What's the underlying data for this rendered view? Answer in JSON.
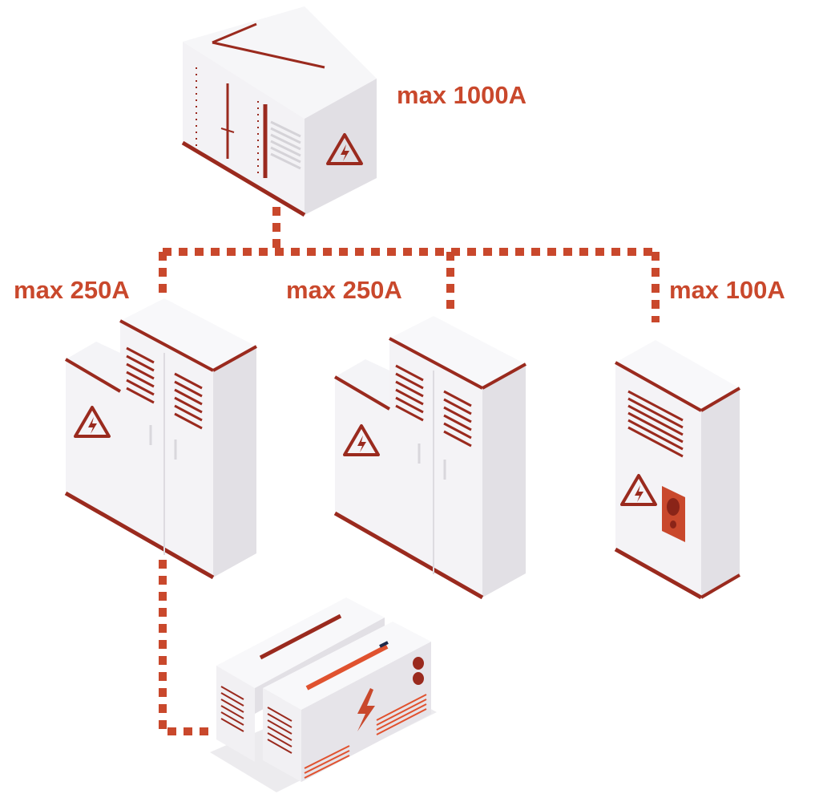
{
  "labels": {
    "main_panel": "max 1000A",
    "panel_left": "max 250A",
    "panel_middle": "max 250A",
    "panel_right": "max 100A"
  },
  "colors": {
    "accent": "#c9482c",
    "dark_red": "#9a2a1e",
    "cabinet_front": "#f4f3f6",
    "cabinet_side": "#e2e0e5",
    "cabinet_top": "#f8f8fa"
  },
  "icons": [
    "electrical-switchgear",
    "distribution-cabinet",
    "small-distribution-box",
    "generator-unit",
    "high-voltage-warning"
  ]
}
